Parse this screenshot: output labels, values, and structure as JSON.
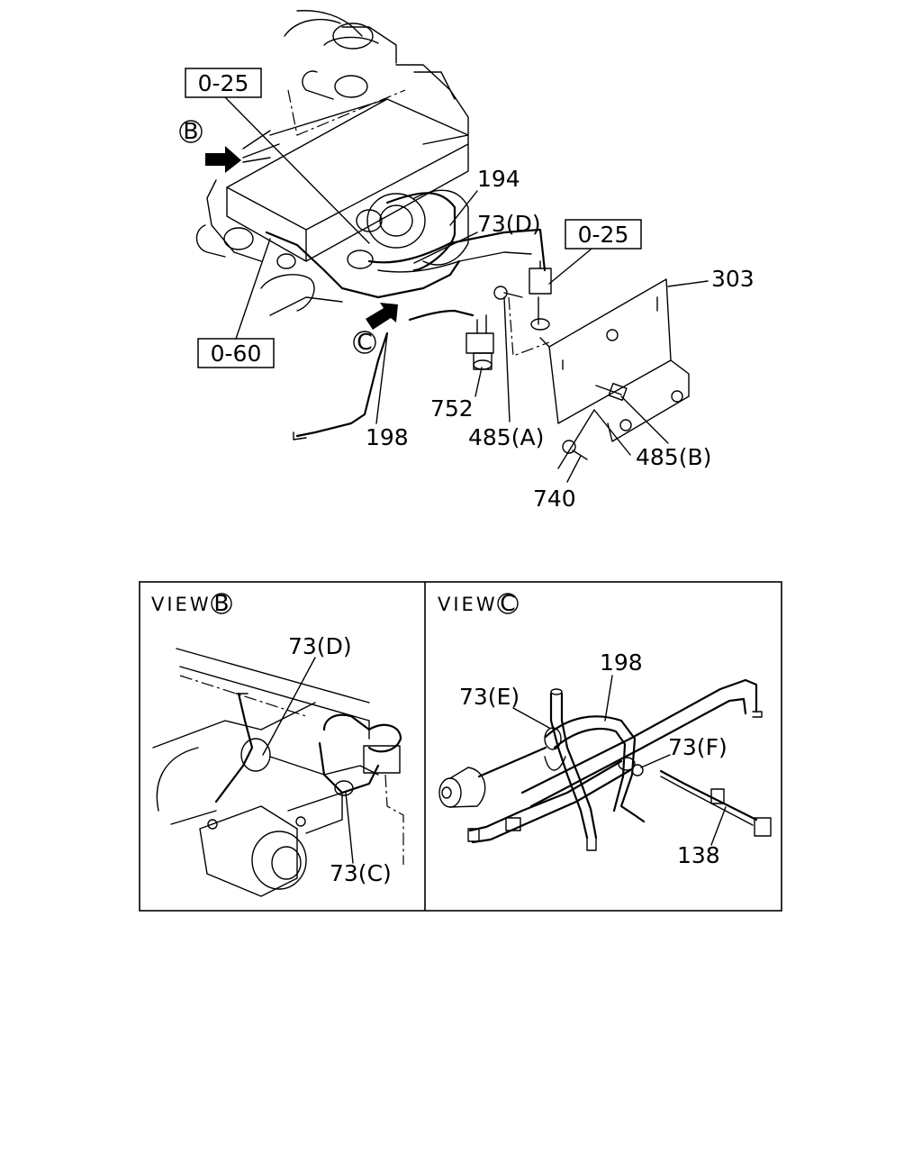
{
  "main_view": {
    "refs": {
      "ref_0_25_left": "0-25",
      "ref_0_25_right": "0-25",
      "ref_0_60": "0-60"
    },
    "arrows": {
      "b": "B",
      "c": "C"
    },
    "parts": {
      "p194": "194",
      "p73d": "73(D)",
      "p303": "303",
      "p752": "752",
      "p485a": "485(A)",
      "p485b": "485(B)",
      "p198": "198",
      "p740": "740"
    }
  },
  "view_b": {
    "title": "VIEW",
    "letter": "B",
    "parts": {
      "p73d": "73(D)",
      "p73c": "73(C)"
    }
  },
  "view_c": {
    "title": "VIEW",
    "letter": "C",
    "parts": {
      "p198": "198",
      "p73e": "73(E)",
      "p73f": "73(F)",
      "p138": "138"
    }
  }
}
